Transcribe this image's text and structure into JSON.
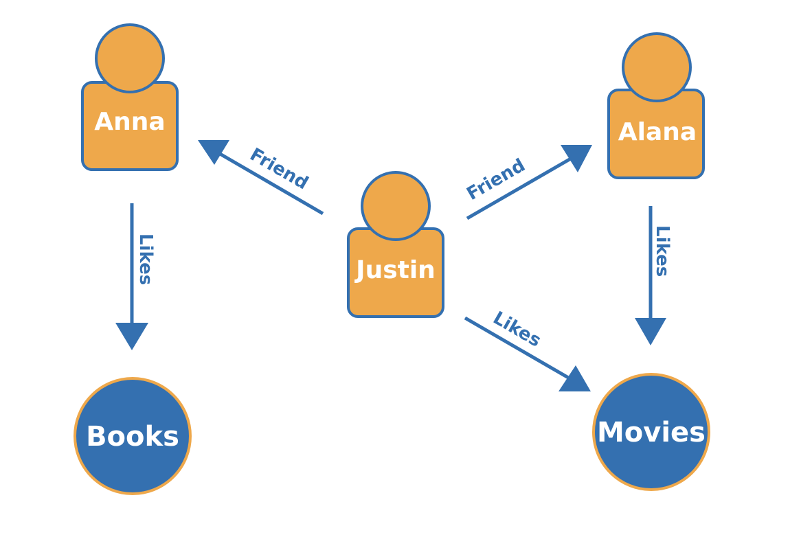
{
  "colors": {
    "person_fill": "#eea84b",
    "person_stroke": "#3470b0",
    "thing_fill": "#3470b0",
    "thing_stroke": "#eea84b",
    "edge": "#3470b0",
    "label_text": "#ffffff"
  },
  "nodes": {
    "anna": {
      "label": "Anna",
      "type": "person"
    },
    "alana": {
      "label": "Alana",
      "type": "person"
    },
    "justin": {
      "label": "Justin",
      "type": "person"
    },
    "books": {
      "label": "Books",
      "type": "thing"
    },
    "movies": {
      "label": "Movies",
      "type": "thing"
    }
  },
  "edges": [
    {
      "from": "justin",
      "to": "anna",
      "label": "Friend"
    },
    {
      "from": "justin",
      "to": "alana",
      "label": "Friend"
    },
    {
      "from": "anna",
      "to": "books",
      "label": "Likes"
    },
    {
      "from": "alana",
      "to": "movies",
      "label": "Likes"
    },
    {
      "from": "justin",
      "to": "movies",
      "label": "Likes"
    }
  ]
}
